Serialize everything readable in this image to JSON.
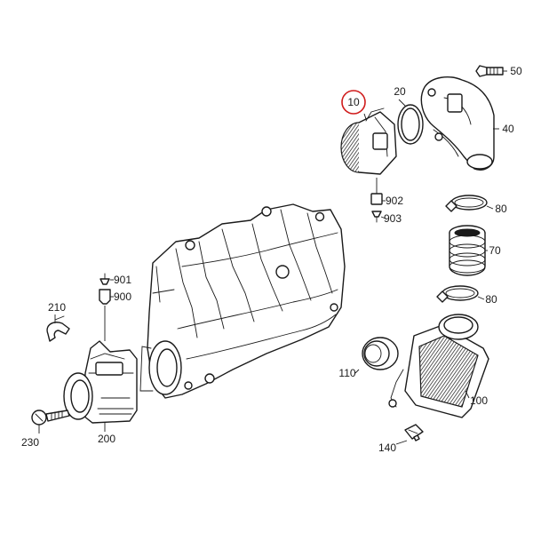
{
  "callouts": {
    "c10": "10",
    "c20": "20",
    "c40": "40",
    "c50": "50",
    "c70": "70",
    "c80a": "80",
    "c80b": "80",
    "c100": "100",
    "c110": "110",
    "c140": "140",
    "c200": "200",
    "c210": "210",
    "c230": "230",
    "c900": "900",
    "c901": "901",
    "c902": "902",
    "c903": "903"
  },
  "colors": {
    "line": "#1a1a1a",
    "highlight_ring": "#d01c1c",
    "background": "#ffffff"
  },
  "highlighted_part": "10"
}
